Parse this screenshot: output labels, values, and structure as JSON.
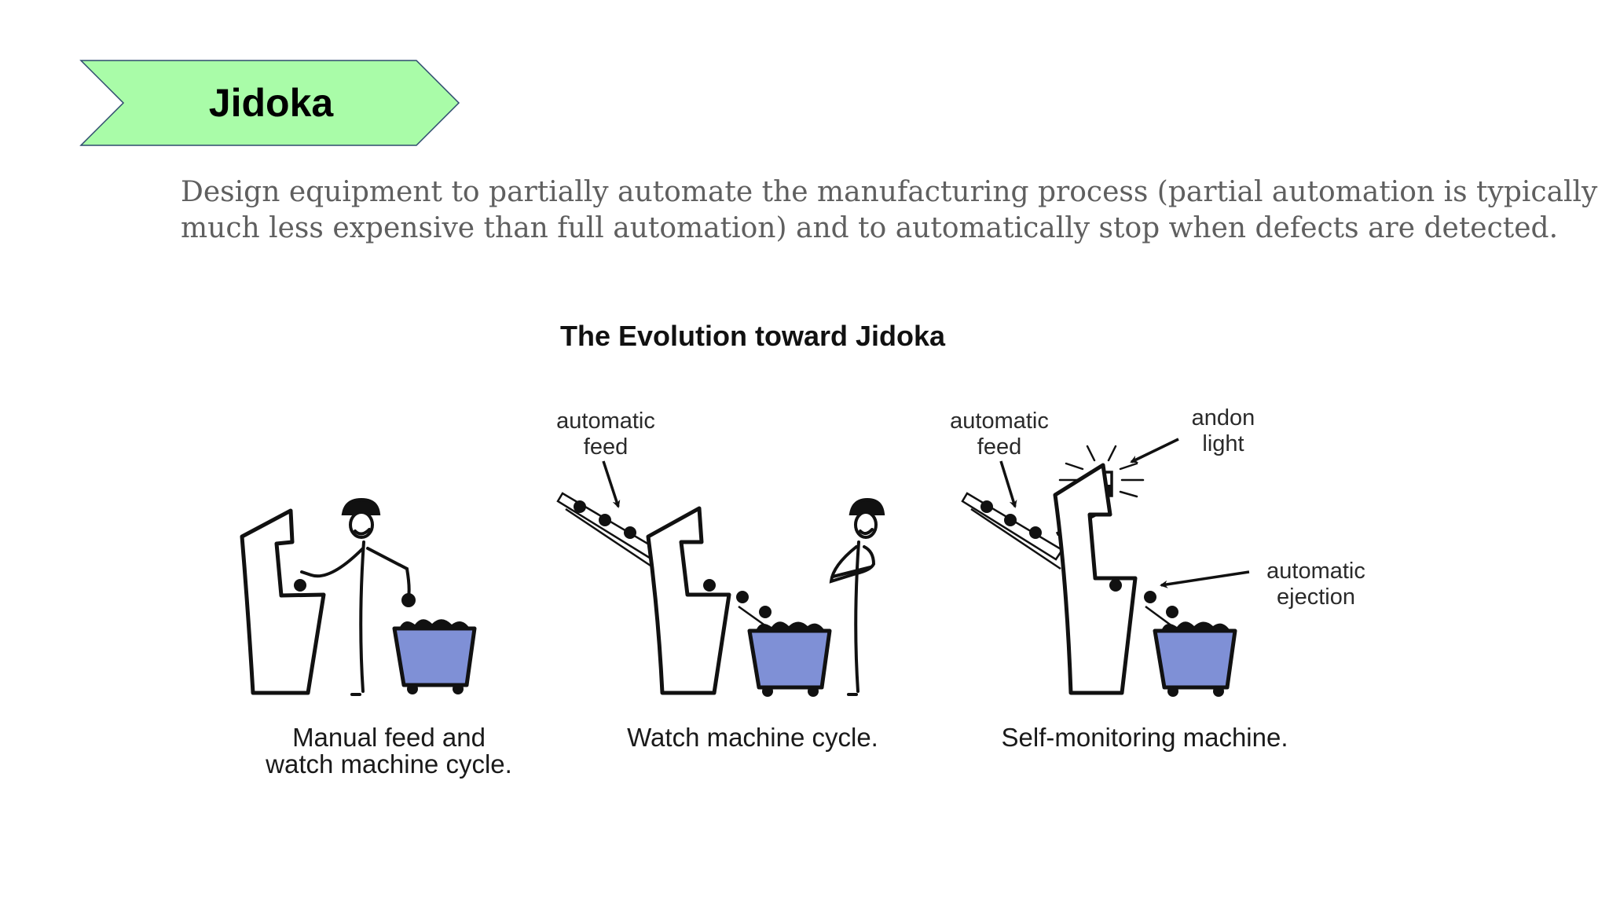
{
  "slide": {
    "title": "Jidoka",
    "title_shape": "chevron-arrow",
    "title_fill": "#a9fca8",
    "title_border": "#2e4a6e",
    "description": {
      "line1": "Design equipment to partially automate the manufacturing process (partial automation is typically",
      "line2": "much less expensive than full automation) and to automatically stop when defects are detected."
    },
    "description_color": "#5f5f5f"
  },
  "diagram": {
    "title": "The Evolution toward Jidoka",
    "cart_color": "#7f90d6",
    "panels": [
      {
        "caption_line1": "Manual feed and",
        "caption_line2": "watch machine cycle.",
        "labels": []
      },
      {
        "caption_line1": "Watch machine cycle.",
        "labels": [
          {
            "line1": "automatic",
            "line2": "feed"
          }
        ]
      },
      {
        "caption_line1": "Self-monitoring machine.",
        "labels": [
          {
            "line1": "automatic",
            "line2": "feed"
          },
          {
            "line1": "andon",
            "line2": "light"
          },
          {
            "line1": "automatic",
            "line2": "ejection"
          }
        ]
      }
    ]
  }
}
